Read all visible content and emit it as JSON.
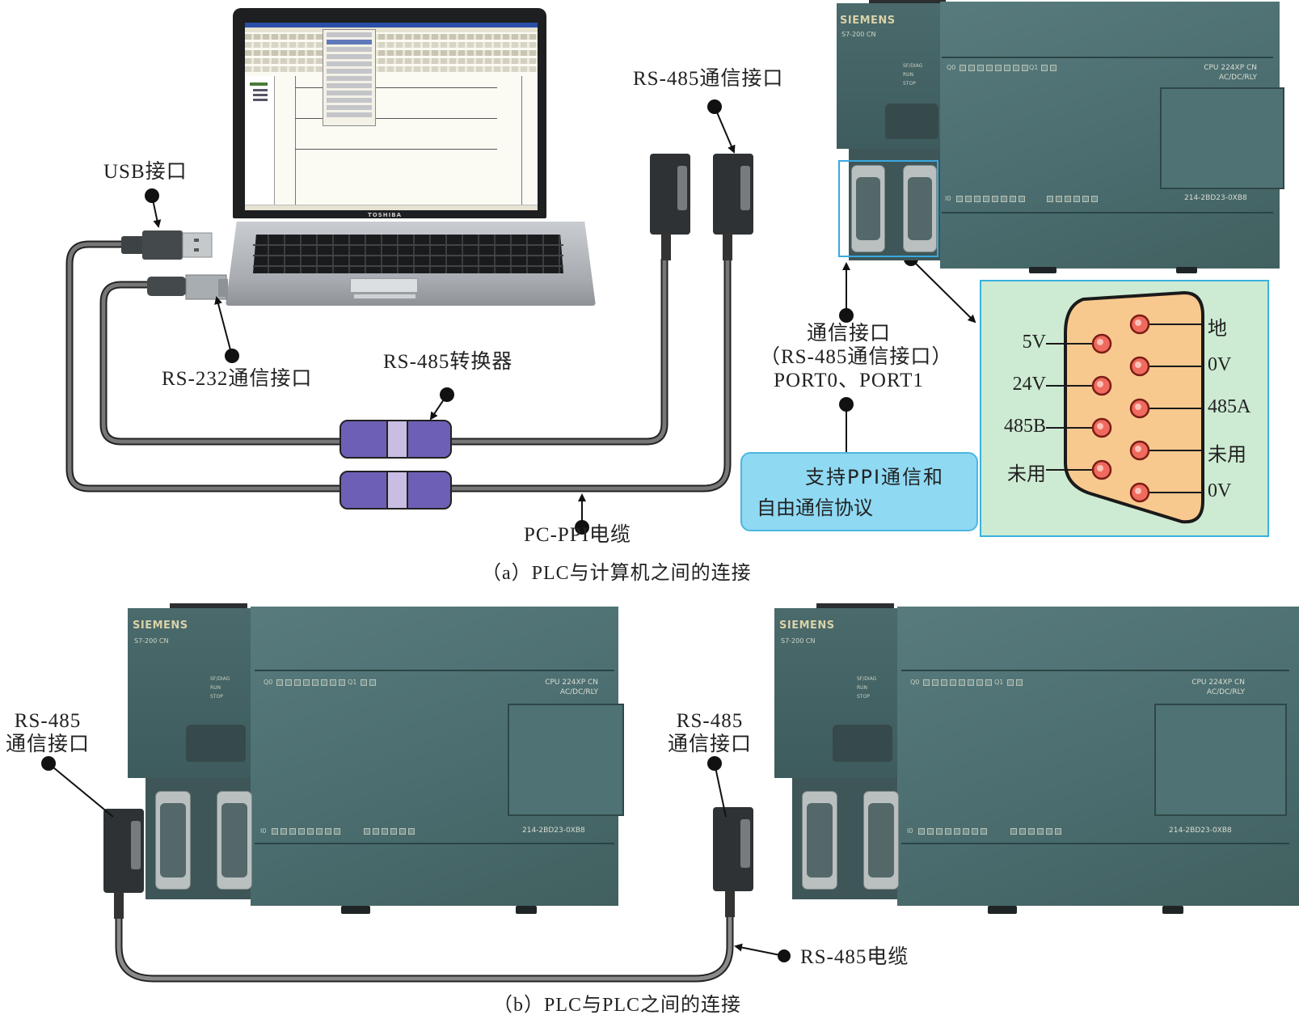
{
  "figure": {
    "part_a_caption": "（a）PLC与计算机之间的连接",
    "part_b_caption": "（b）PLC与PLC之间的连接"
  },
  "part_a": {
    "labels": {
      "usb_port": "USB接口",
      "rs232_port": "RS-232通信接口",
      "rs485_converter": "RS-485转换器",
      "pc_ppi_cable": "PC-PPI电缆",
      "rs485_port_top": "RS-485通信接口",
      "comm_port_line1": "通信接口",
      "comm_port_line2": "（RS-485通信接口）",
      "comm_port_line3": "PORT0、PORT1"
    },
    "callout": {
      "line1": "支持PPI通信和",
      "line2": "自由通信协议"
    },
    "laptop": {
      "brand": "TOSHIBA"
    },
    "plc": {
      "brand": "SIEMENS",
      "series": "S7-200 CN",
      "leds": [
        "SF/DIAG",
        "RUN",
        "STOP"
      ],
      "model_line1": "CPU 224XP CN",
      "model_line2": "AC/DC/RLY",
      "part_number": "214-2BD23-0XB8",
      "output_label_q0": "Q0",
      "output_label_q1": "Q1",
      "input_label_i0": "I0"
    },
    "db9_pinout": {
      "left_pins": [
        "5V",
        "24V",
        "485B",
        "未用"
      ],
      "right_pins": [
        "地",
        "0V",
        "485A",
        "未用",
        "0V"
      ],
      "colors": {
        "panel_bg": "#cdebd3",
        "panel_border": "#38b2dc",
        "shell_fill": "#f8c98e",
        "pin_fill": "#f06a5e"
      }
    }
  },
  "part_b": {
    "labels": {
      "left_port_line1": "RS-485",
      "left_port_line2": "通信接口",
      "right_port_line1": "RS-485",
      "right_port_line2": "通信接口",
      "cable": "RS-485电缆"
    },
    "plc_left": {
      "brand": "SIEMENS",
      "series": "S7-200 CN",
      "leds": [
        "SF/DIAG",
        "RUN",
        "STOP"
      ],
      "model_line1": "CPU 224XP CN",
      "model_line2": "AC/DC/RLY",
      "part_number": "214-2BD23-0XB8",
      "output_label_q0": "Q0",
      "output_label_q1": "Q1",
      "input_label_i0": "I0"
    },
    "plc_right": {
      "brand": "SIEMENS",
      "series": "S7-200 CN",
      "leds": [
        "SF/DIAG",
        "RUN",
        "STOP"
      ],
      "model_line1": "CPU 224XP CN",
      "model_line2": "AC/DC/RLY",
      "part_number": "214-2BD23-0XB8",
      "output_label_q0": "Q0",
      "output_label_q1": "Q1",
      "input_label_i0": "I0"
    }
  },
  "colors": {
    "converter_body": "#6e5fb6",
    "converter_band": "#c9bde3",
    "cable": "#6d6d6d",
    "callout_bg": "#8fd9f3",
    "highlight_box": "#38a8e0"
  }
}
